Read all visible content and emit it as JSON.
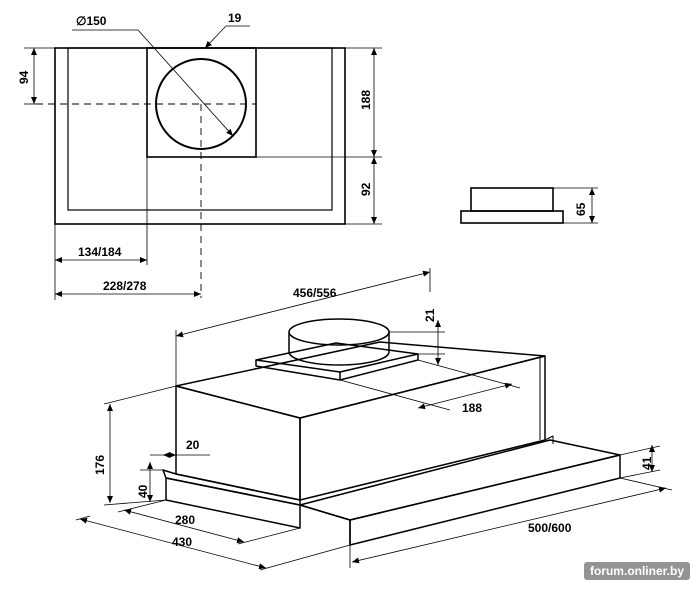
{
  "top_view": {
    "duct_diameter": "∅150",
    "offset_19": "19",
    "depth_94": "94",
    "height_188": "188",
    "height_92": "92",
    "width_134_184": "134/184",
    "width_228_278": "228/278"
  },
  "side_view": {
    "height_65": "65"
  },
  "iso_view": {
    "width_456_556": "456/556",
    "collar_21": "21",
    "collar_188": "188",
    "height_176": "176",
    "ledge_20": "20",
    "front_40": "40",
    "depth_280": "280",
    "depth_430": "430",
    "panel_41": "41",
    "width_500_600": "500/600"
  },
  "watermark": "forum.onliner.by"
}
